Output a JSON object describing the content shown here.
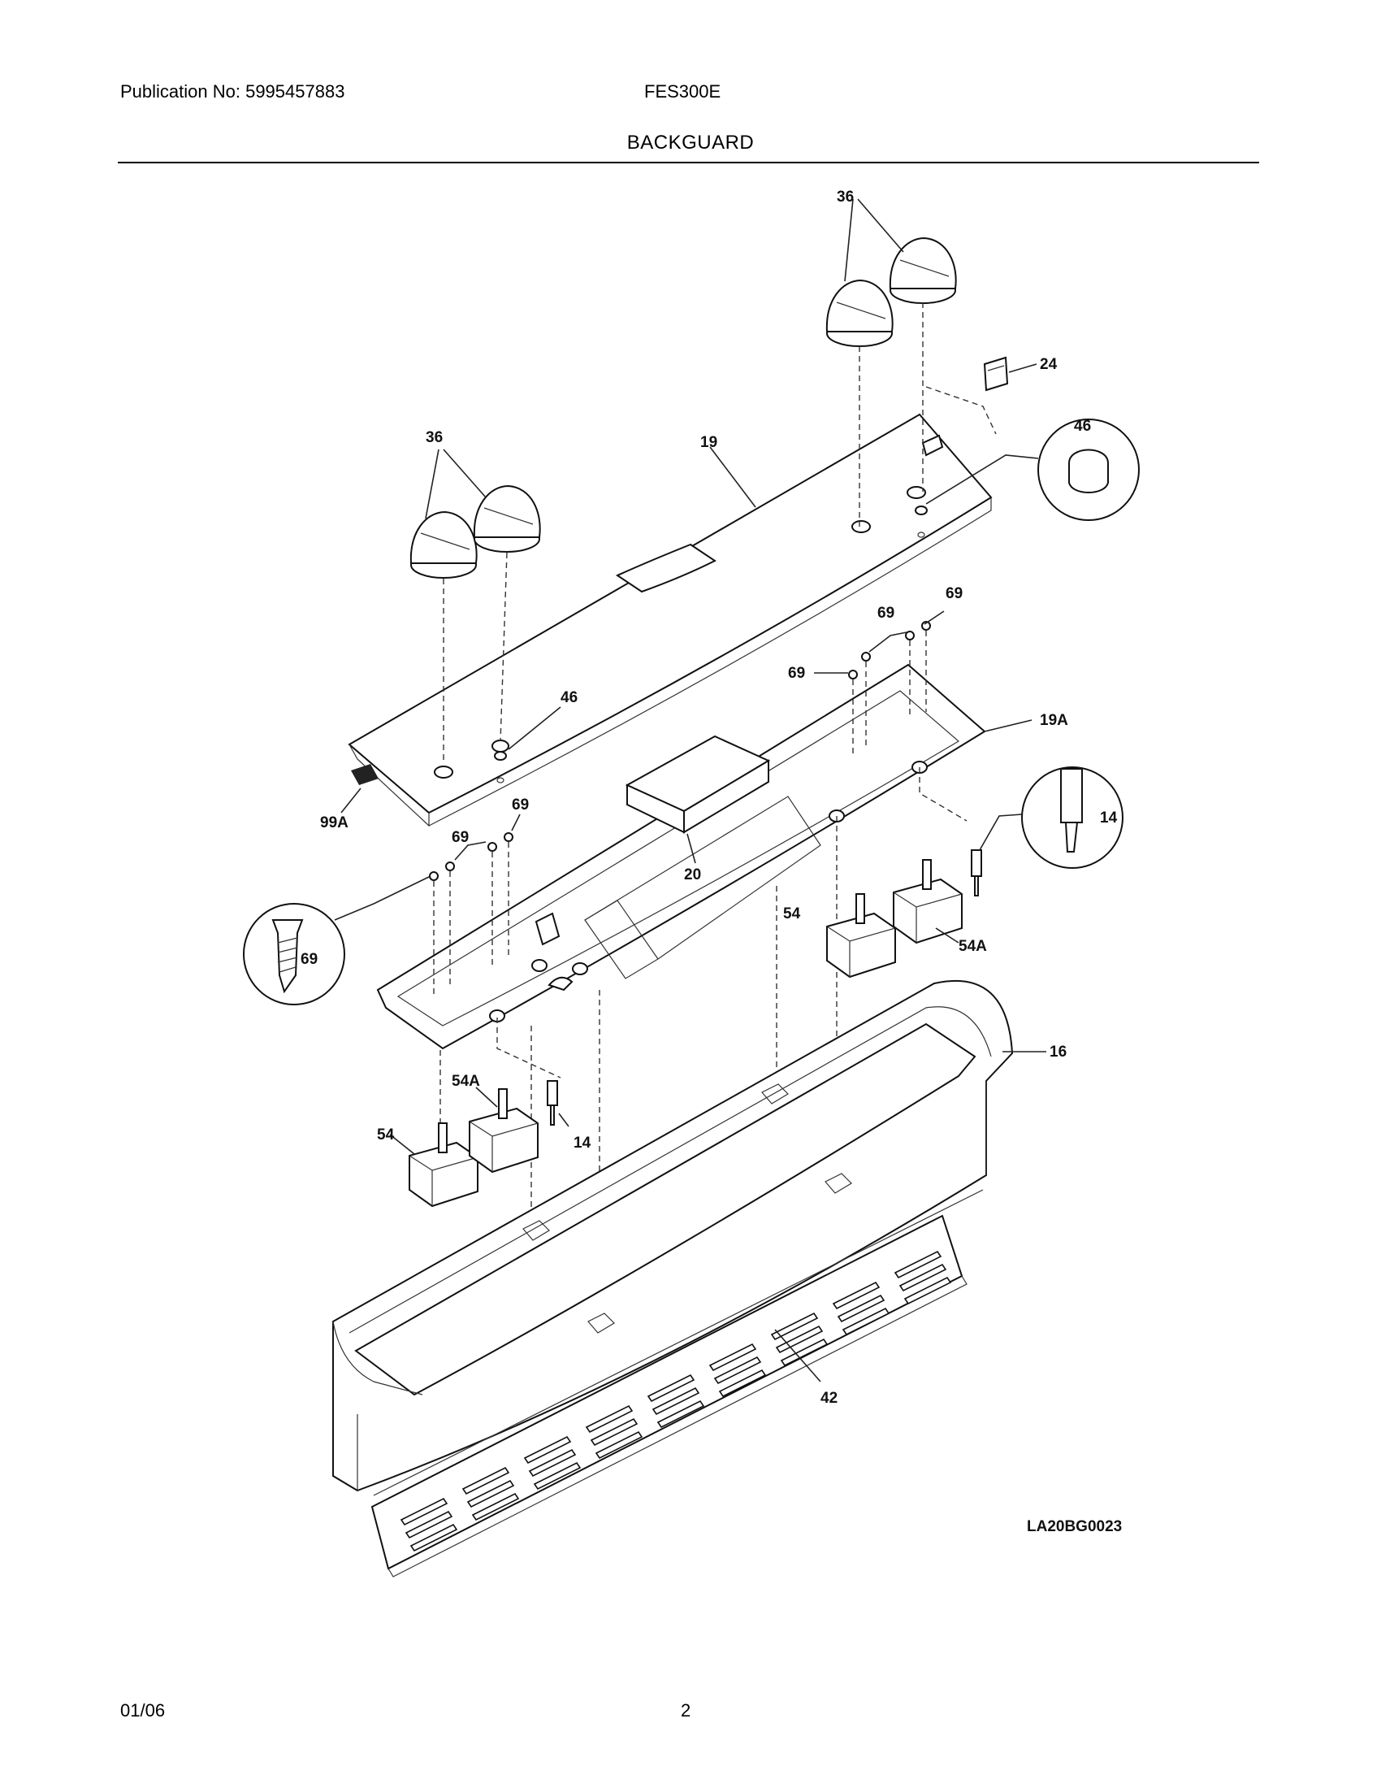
{
  "header": {
    "publication": "Publication No: 5995457883",
    "model": "FES300E",
    "section_title": "BACKGUARD"
  },
  "diagram": {
    "code": "LA20BG0023",
    "callouts": {
      "c36a": "36",
      "c36b": "36",
      "c24": "24",
      "c46a": "46",
      "c19": "19",
      "c69a": "69",
      "c69b": "69",
      "c69c": "69",
      "c46b": "46",
      "c19a": "19A",
      "c99a": "99A",
      "c69d": "69",
      "c69e": "69",
      "c20": "20",
      "c14a": "14",
      "c69f": "69",
      "c54a": "54",
      "c54aa": "54A",
      "c16": "16",
      "c54ab": "54A",
      "c14b": "14",
      "c54b": "54",
      "c42": "42"
    }
  },
  "footer": {
    "date": "01/06",
    "page": "2"
  }
}
